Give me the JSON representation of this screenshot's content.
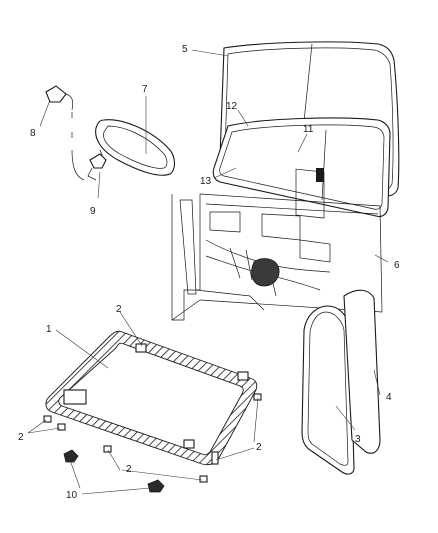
{
  "callouts": {
    "c1": "1",
    "c2a": "2",
    "c2b": "2",
    "c2c": "2",
    "c2d": "2",
    "c3": "3",
    "c4": "4",
    "c5": "5",
    "c6": "6",
    "c7": "7",
    "c8": "8",
    "c9": "9",
    "c10": "10",
    "c11": "11",
    "c12": "12",
    "c13": "13"
  }
}
